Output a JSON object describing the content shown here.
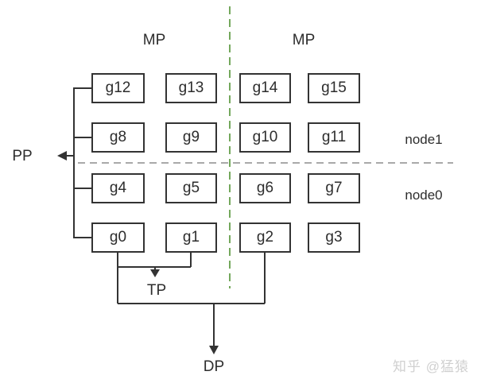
{
  "labels": {
    "mp_left": "MP",
    "mp_right": "MP",
    "pp": "PP",
    "tp": "TP",
    "dp": "DP",
    "node1": "node1",
    "node0": "node0"
  },
  "grid": {
    "rows": [
      [
        "g12",
        "g13",
        "g14",
        "g15"
      ],
      [
        "g8",
        "g9",
        "g10",
        "g11"
      ],
      [
        "g4",
        "g5",
        "g6",
        "g7"
      ],
      [
        "g0",
        "g1",
        "g2",
        "g3"
      ]
    ]
  },
  "watermark": "知乎 @猛猿",
  "colors": {
    "line": "#333333",
    "text": "#2d2d2d",
    "mp_divider": "#74a85c",
    "node_divider": "#a9a9a9",
    "watermark": "#d0d0d0"
  }
}
